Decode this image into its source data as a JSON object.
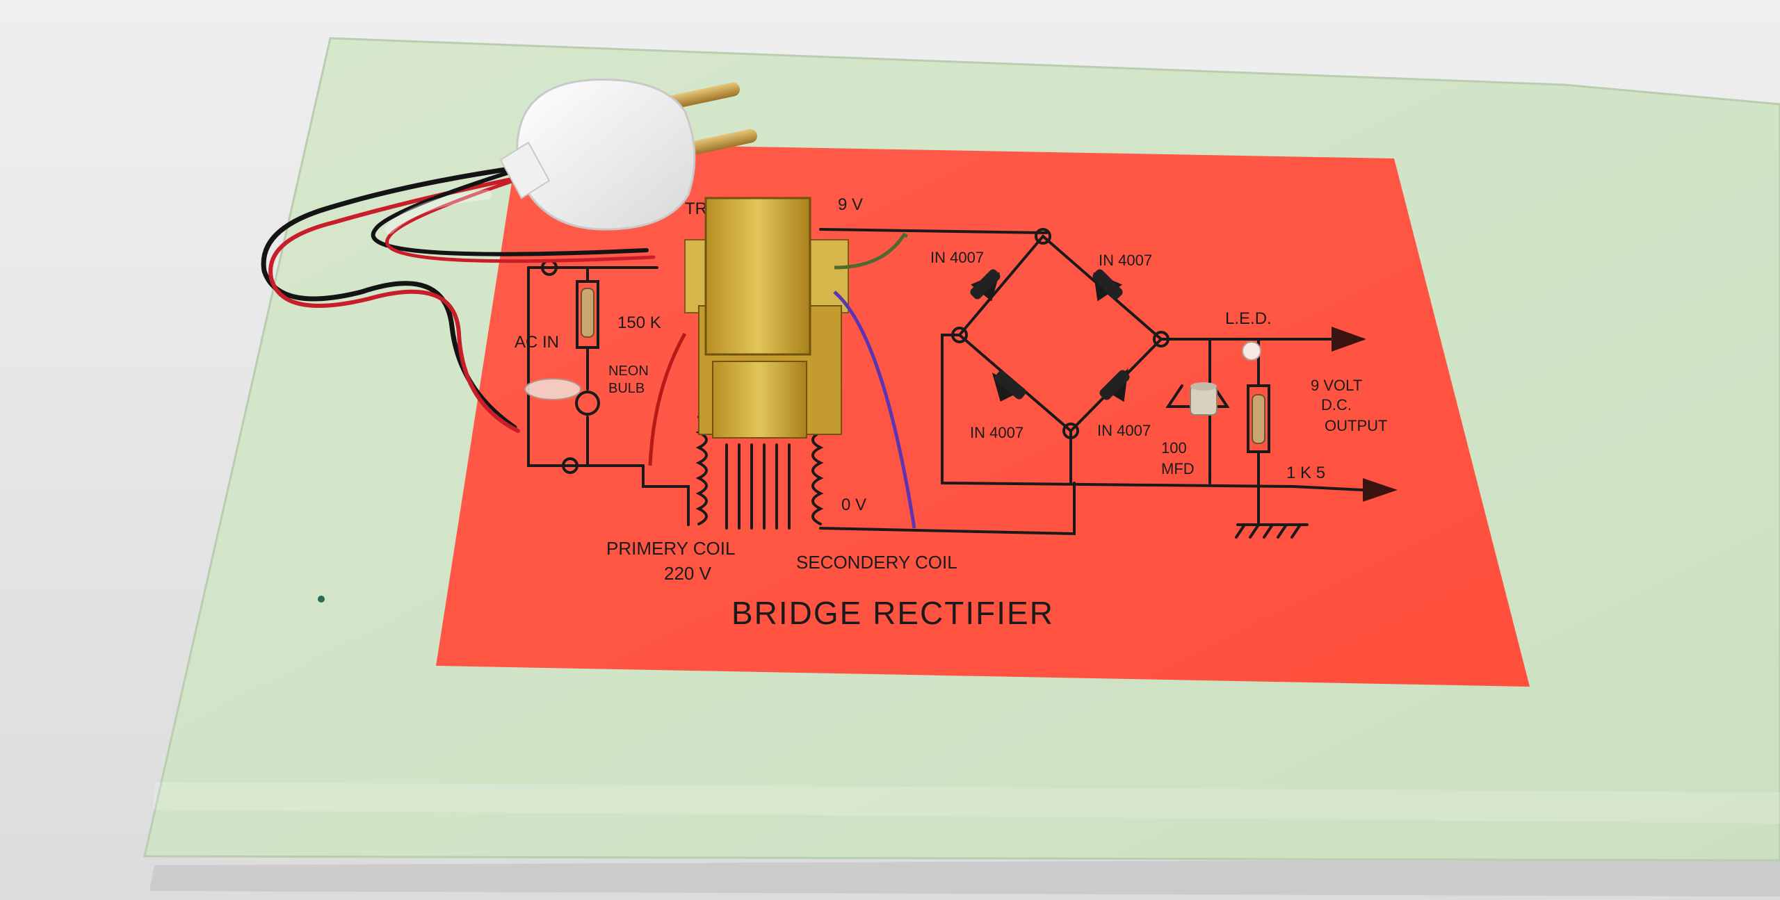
{
  "colors": {
    "background": "#e9e9ea",
    "board": "#d3e6c9",
    "paper": "#ff5a47",
    "ink": "#1a1a1a",
    "transformer": "#d4b13c",
    "plug": "#f3f3f3"
  },
  "objects": {
    "board": "cardboard-board",
    "paper": "fluorescent-paper-sheet",
    "transformer": "step-down-transformer",
    "plug": "two-pin-plug"
  },
  "diagram": {
    "title": "BRIDGE RECTIFIER",
    "transformer_label": "TRA",
    "secondary_top_label": "9 V",
    "secondary_bottom_label": "0 V",
    "primary_coil_label": "PRIMERY COIL",
    "primary_voltage_label": "220 V",
    "secondary_coil_label": "SECONDERY COIL",
    "ac_in_label": "AC IN",
    "resistor_label": "150 K",
    "neon_label_line1": "NEON",
    "neon_label_line2": "BULB",
    "diode_top_left": "IN 4007",
    "diode_top_right": "IN 4007",
    "diode_bottom_left": "IN 4007",
    "diode_bottom_right": "IN 4007",
    "led_label": "L.E.D.",
    "capacitor_label_line1": "100",
    "capacitor_label_line2": "MFD",
    "load_resistor_label": "1 K 5",
    "output_line1": "9 VOLT",
    "output_line2": "D.C.",
    "output_line3": "OUTPUT"
  }
}
